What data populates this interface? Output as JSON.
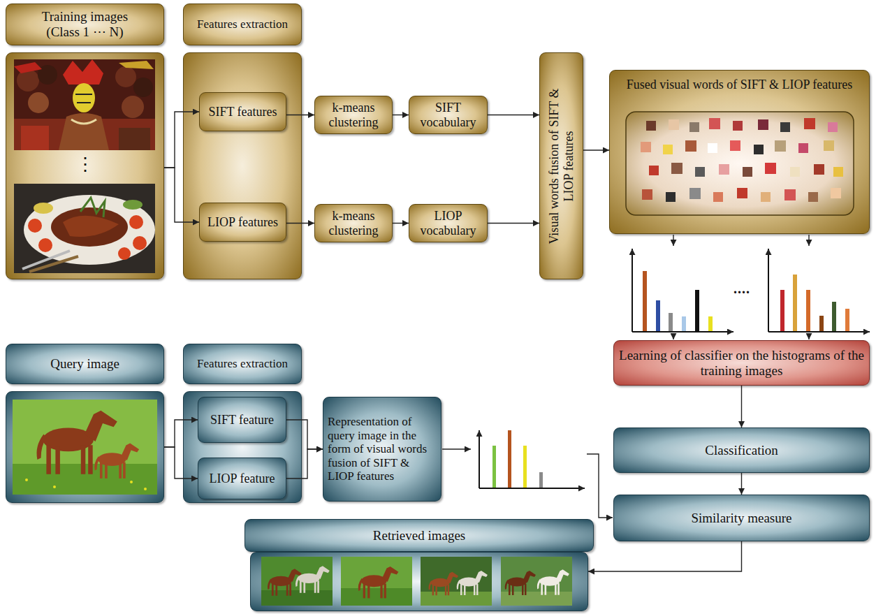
{
  "diagram": {
    "nodes": [
      {
        "text": [
          "Training images (Class 1 ⋯ N)",
          "⋮"
        ]
      },
      {
        "text": [
          "Features extraction"
        ]
      },
      {
        "text": [
          "SIFT features"
        ],
        "in": 1
      },
      {
        "text": [
          "LIOP features"
        ],
        "in": 1
      },
      {
        "text": [
          "k-means clustering"
        ]
      },
      {
        "text": [
          "SIFT vocabulary"
        ]
      },
      {
        "text": [
          "k-means clustering"
        ]
      },
      {
        "text": [
          "LIOP vocabulary"
        ]
      },
      {
        "text": [
          "Visual words fusion of SIFT & LIOP features"
        ]
      },
      {
        "text": [
          "Fused visual words of SIFT & LIOP features"
        ]
      },
      {
        "text": [
          "Learning of classifier on the histograms of the training images"
        ]
      },
      {
        "text": [
          "Query image"
        ]
      },
      {
        "text": [
          "Features extraction"
        ]
      },
      {
        "text": [
          "SIFT feature"
        ],
        "in": 12
      },
      {
        "text": [
          "LIOP feature"
        ],
        "in": 12
      },
      {
        "text": [
          "Representation of query image in the form of visual words fusion of SIFT & LIOP features"
        ]
      },
      {
        "text": [
          "Classification"
        ]
      },
      {
        "text": [
          "Similarity measure"
        ]
      },
      {
        "text": [
          "Retrieved images"
        ]
      }
    ],
    "edges": [
      {
        "from": 0,
        "to": 2,
        "arrow": "to"
      },
      {
        "from": 0,
        "to": 3,
        "arrow": "to"
      },
      {
        "from": 2,
        "to": 4,
        "arrow": "to"
      },
      {
        "from": 4,
        "to": 5,
        "arrow": "to"
      },
      {
        "from": 5,
        "to": 8,
        "arrow": "to"
      },
      {
        "from": 3,
        "to": 6,
        "arrow": "to"
      },
      {
        "from": 6,
        "to": 7,
        "arrow": "to"
      },
      {
        "from": 7,
        "to": 8,
        "arrow": "to"
      },
      {
        "from": 8,
        "to": 9,
        "arrow": "to"
      },
      {
        "from": 10,
        "to": 16,
        "arrow": "to"
      },
      {
        "from": 16,
        "to": 17,
        "arrow": "to"
      },
      {
        "from": 17,
        "to": 18,
        "arrow": "to"
      },
      {
        "from": 11,
        "to": 13,
        "arrow": "to"
      },
      {
        "from": 11,
        "to": 14,
        "arrow": "to"
      },
      {
        "from": 13,
        "to": 15,
        "arrow": "to"
      },
      {
        "from": 14,
        "to": 15,
        "arrow": "to"
      }
    ],
    "labels": [
      "...."
    ]
  }
}
